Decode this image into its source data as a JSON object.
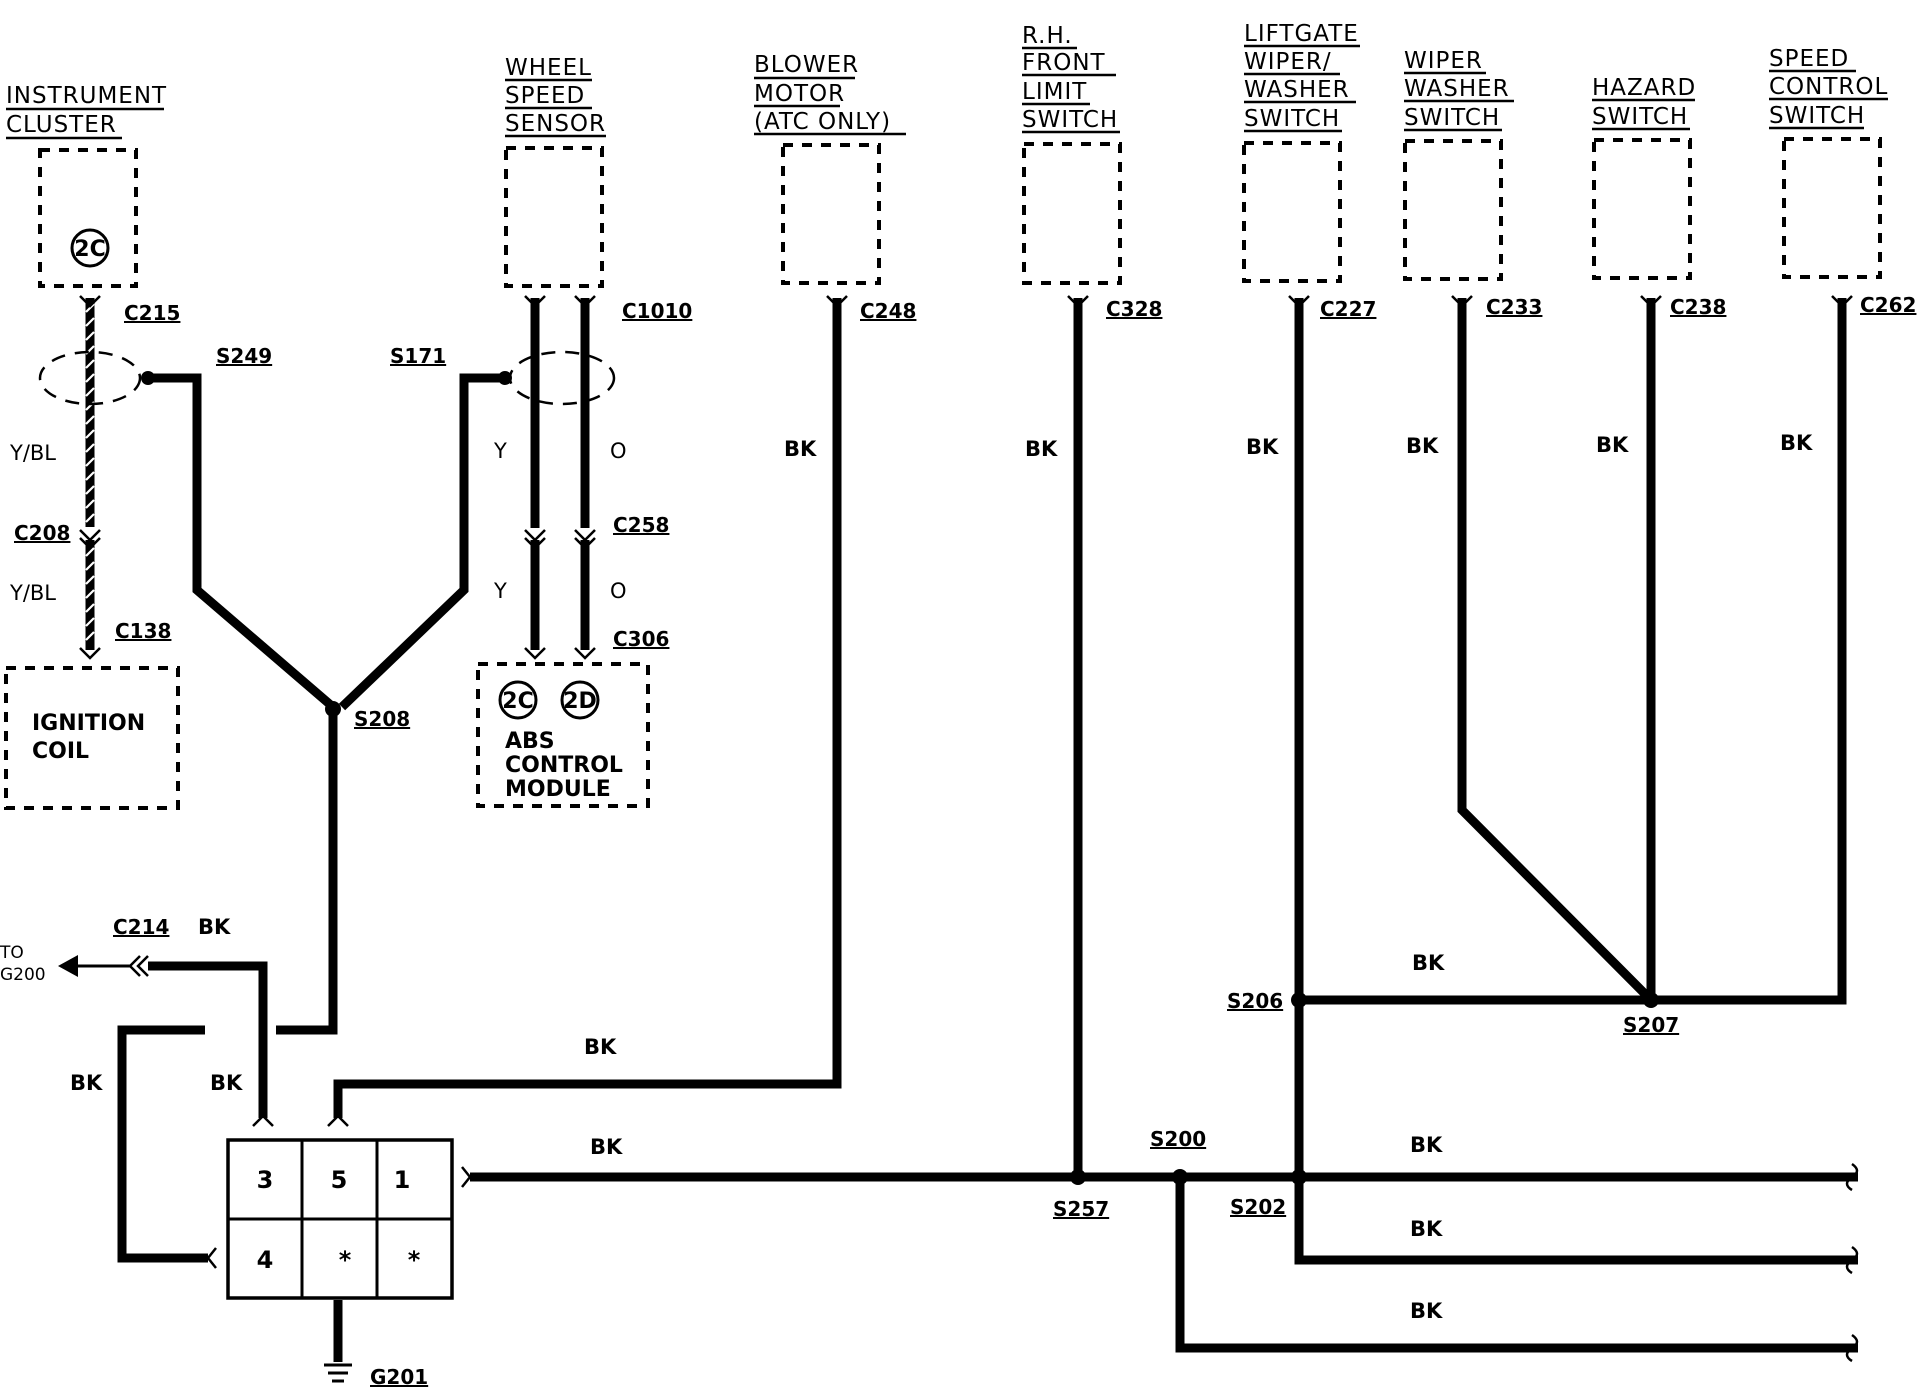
{
  "components": {
    "instrument_cluster": [
      "INSTRUMENT",
      "CLUSTER"
    ],
    "wheel_speed_sensor": [
      "WHEEL",
      "SPEED",
      "SENSOR"
    ],
    "blower_motor": [
      "BLOWER",
      "MOTOR",
      "(ATC ONLY)"
    ],
    "rh_front_limit_switch": [
      "R.H.",
      "FRONT",
      "LIMIT",
      "SWITCH"
    ],
    "liftgate_wiper_washer_switch": [
      "LIFTGATE",
      "WIPER/",
      "WASHER",
      "SWITCH"
    ],
    "wiper_washer_switch": [
      "WIPER",
      "WASHER",
      "SWITCH"
    ],
    "hazard_switch": [
      "HAZARD",
      "SWITCH"
    ],
    "speed_control_switch": [
      "SPEED",
      "CONTROL",
      "SWITCH"
    ],
    "ignition_coil": [
      "IGNITION",
      "COIL"
    ],
    "abs_control_module": [
      "ABS",
      "CONTROL",
      "MODULE"
    ]
  },
  "badges": {
    "instrument_cluster": "2C",
    "abs_a": "2C",
    "abs_b": "2D"
  },
  "connectors": {
    "c215": "C215",
    "c1010": "C1010",
    "c248": "C248",
    "c328": "C328",
    "c227": "C227",
    "c233": "C233",
    "c238": "C238",
    "c262": "C262",
    "c208": "C208",
    "c138": "C138",
    "c258": "C258",
    "c306": "C306",
    "c214": "C214"
  },
  "splices": {
    "s249": "S249",
    "s171": "S171",
    "s208": "S208",
    "s206": "S206",
    "s207": "S207",
    "s200": "S200",
    "s257": "S257",
    "s202": "S202"
  },
  "ground": "G201",
  "to_ground": [
    "TO",
    "G200"
  ],
  "wire_colors": {
    "yel_blue": "Y/BL",
    "yellow": "Y",
    "orange": "O",
    "black": "BK"
  },
  "connector_pins": [
    "3",
    "5",
    "1",
    "4",
    "*",
    "*"
  ]
}
